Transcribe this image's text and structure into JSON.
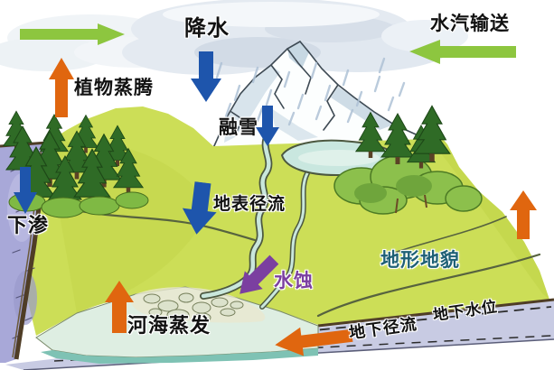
{
  "colors": {
    "arrow-green": "#8DC63F",
    "arrow-blue": "#1E55AC",
    "arrow-orange": "#E0660F",
    "arrow-purple": "#7B3FA0",
    "label-black": "#111111",
    "label-purple": "#7B3FA0",
    "label-teal": "#1E6075"
  },
  "annotations": {
    "cloud_drift": {
      "arrow": "right",
      "arrow_color": "green"
    },
    "vapor_transport": {
      "label": "水汽输送",
      "arrow": "left",
      "arrow_color": "green"
    },
    "precipitation": {
      "label": "降水",
      "arrow": "down",
      "arrow_color": "blue"
    },
    "plant_transpiration": {
      "label": "植物蒸腾",
      "arrow": "up",
      "arrow_color": "orange"
    },
    "snowmelt": {
      "label": "融雪",
      "arrow": "down",
      "arrow_color": "blue"
    },
    "surface_runoff": {
      "label": "地表径流",
      "arrow": "down",
      "arrow_color": "blue"
    },
    "infiltration": {
      "label": "下渗",
      "arrow": "down",
      "arrow_color": "blue"
    },
    "water_erosion": {
      "label": "水蚀",
      "arrow": "down-left",
      "arrow_color": "purple"
    },
    "landform": {
      "label": "地形地貌"
    },
    "uplift": {
      "arrow": "up",
      "arrow_color": "orange"
    },
    "river_sea_evaporation": {
      "label": "河海蒸发",
      "arrow": "up",
      "arrow_color": "orange"
    },
    "underground_runoff": {
      "label": "地下径流",
      "arrow": "left",
      "arrow_color": "orange"
    },
    "groundwater_table": {
      "label": "地下水位"
    }
  }
}
